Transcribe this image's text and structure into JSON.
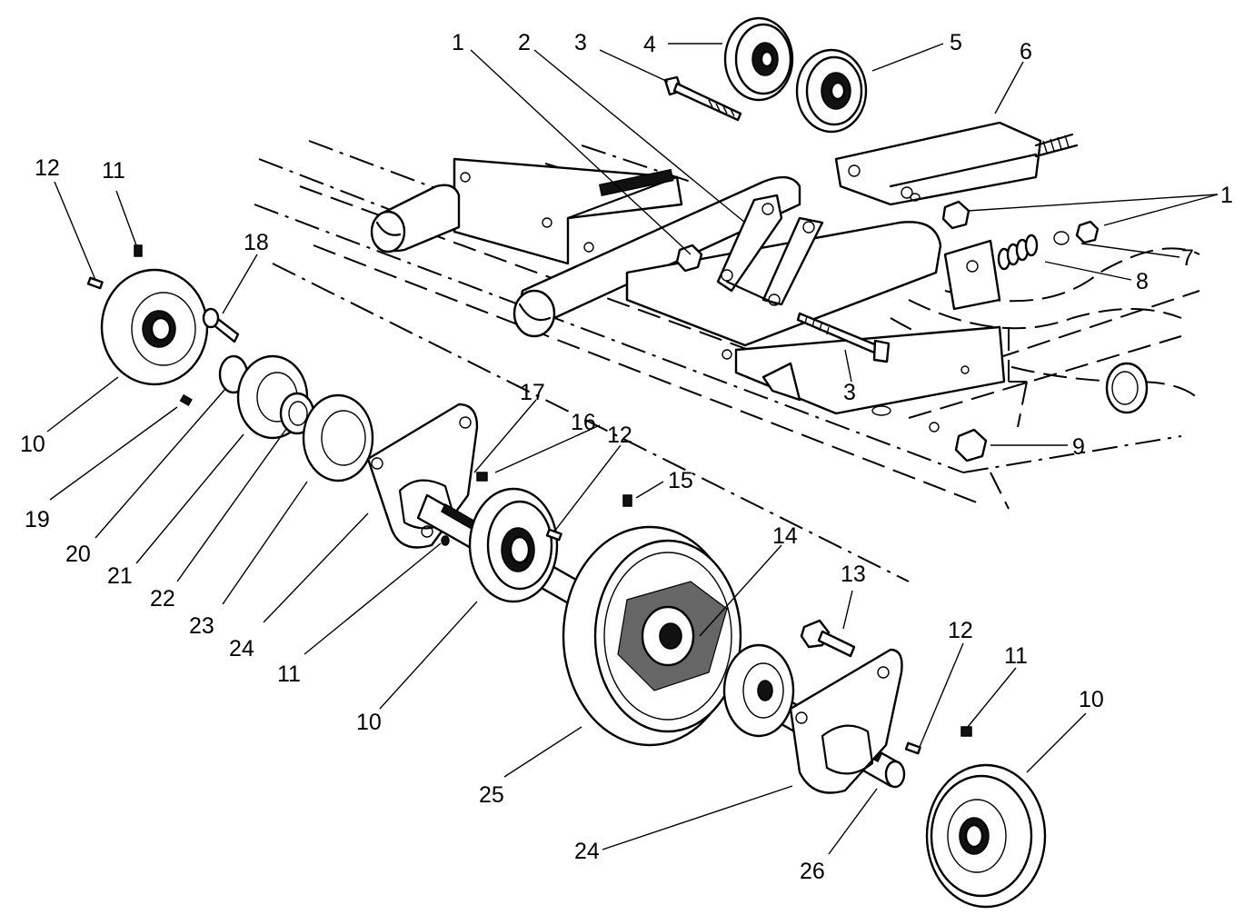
{
  "callouts": [
    {
      "id": "c1a",
      "text": "1"
    },
    {
      "id": "c2",
      "text": "2"
    },
    {
      "id": "c3a",
      "text": "3"
    },
    {
      "id": "c4",
      "text": "4"
    },
    {
      "id": "c5",
      "text": "5"
    },
    {
      "id": "c6",
      "text": "6"
    },
    {
      "id": "c1b",
      "text": "1"
    },
    {
      "id": "c7",
      "text": "7"
    },
    {
      "id": "c8",
      "text": "8"
    },
    {
      "id": "c3b",
      "text": "3"
    },
    {
      "id": "c9",
      "text": "9"
    },
    {
      "id": "c12a",
      "text": "12"
    },
    {
      "id": "c11a",
      "text": "11"
    },
    {
      "id": "c18",
      "text": "18"
    },
    {
      "id": "c10a",
      "text": "10"
    },
    {
      "id": "c19",
      "text": "19"
    },
    {
      "id": "c20",
      "text": "20"
    },
    {
      "id": "c21",
      "text": "21"
    },
    {
      "id": "c22",
      "text": "22"
    },
    {
      "id": "c23",
      "text": "23"
    },
    {
      "id": "c24a",
      "text": "24"
    },
    {
      "id": "c17",
      "text": "17"
    },
    {
      "id": "c16",
      "text": "16"
    },
    {
      "id": "c12b",
      "text": "12"
    },
    {
      "id": "c15",
      "text": "15"
    },
    {
      "id": "c11b",
      "text": "11"
    },
    {
      "id": "c10b",
      "text": "10"
    },
    {
      "id": "c14",
      "text": "14"
    },
    {
      "id": "c13",
      "text": "13"
    },
    {
      "id": "c12c",
      "text": "12"
    },
    {
      "id": "c11c",
      "text": "11"
    },
    {
      "id": "c10c",
      "text": "10"
    },
    {
      "id": "c25",
      "text": "25"
    },
    {
      "id": "c24b",
      "text": "24"
    },
    {
      "id": "c26",
      "text": "26"
    }
  ]
}
